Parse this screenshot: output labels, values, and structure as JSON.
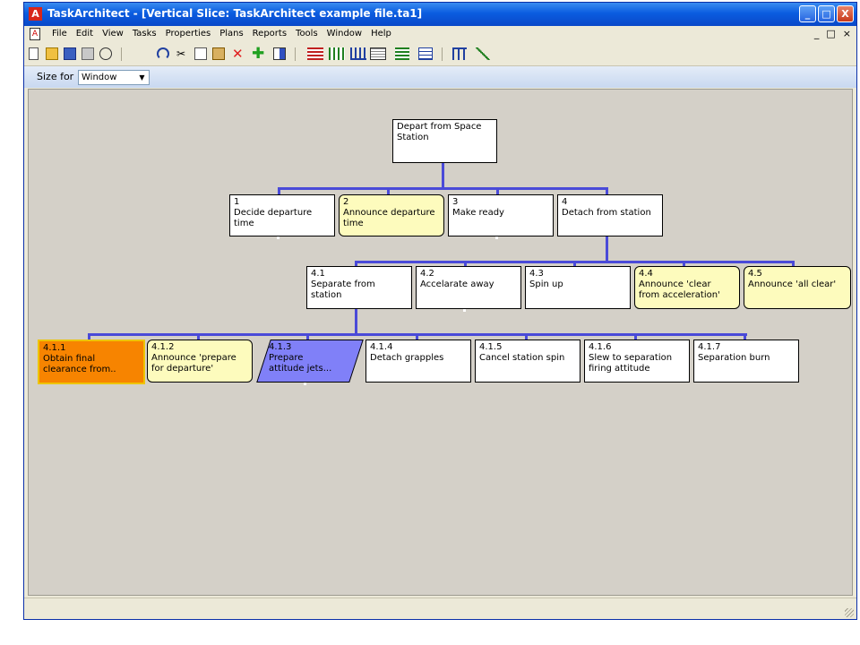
{
  "window": {
    "title": "TaskArchitect - [Vertical Slice: TaskArchitect example file.ta1]",
    "controls": [
      "_",
      "□",
      "X"
    ]
  },
  "menubar": {
    "items": [
      "File",
      "Edit",
      "View",
      "Tasks",
      "Properties",
      "Plans",
      "Reports",
      "Tools",
      "Window",
      "Help"
    ],
    "mdi_controls": [
      "_",
      "□",
      "×"
    ]
  },
  "toolbar": {
    "icons": [
      "new-icon",
      "open-icon",
      "save-icon",
      "print-icon",
      "find-icon",
      "undo-icon",
      "cut-icon",
      "copy-icon",
      "paste-icon",
      "delete-icon",
      "add-icon",
      "panel-icon",
      "outline-view-icon",
      "tree-view-icon",
      "horizontal-chart-icon",
      "grid-view-icon",
      "indent-view-icon",
      "vertical-chart-icon",
      "plan-view-icon",
      "flow-icon"
    ]
  },
  "sizebar": {
    "label": "Size for",
    "selected": "Window"
  },
  "tasks": {
    "root": "Depart from Space\nStation",
    "t1": "1\nDecide departure\ntime",
    "t2": "2\nAnnounce departure\ntime",
    "t3": "3\nMake ready",
    "t4": "4\nDetach from station",
    "t41": "4.1\nSeparate from\nstation",
    "t42": "4.2\nAccelarate away",
    "t43": "4.3\nSpin up",
    "t44": "4.4\nAnnounce 'clear\nfrom acceleration'",
    "t45": "4.5\nAnnounce 'all clear'",
    "t411": "4.1.1\nObtain final\nclearance from..",
    "t412": "4.1.2\nAnnounce 'prepare\nfor departure'",
    "t413": "4.1.3\nPrepare\nattitude jets...",
    "t414": "4.1.4\nDetach grapples",
    "t415": "4.1.5\nCancel station spin",
    "t416": "4.1.6\nSlew to separation\nfiring attitude",
    "t417": "4.1.7\nSeparation burn"
  },
  "colors": {
    "connector": "#4a4ad8",
    "announce_fill": "#fdfbbd",
    "selected_fill": "#f78400",
    "plan_fill": "#8080f8"
  }
}
